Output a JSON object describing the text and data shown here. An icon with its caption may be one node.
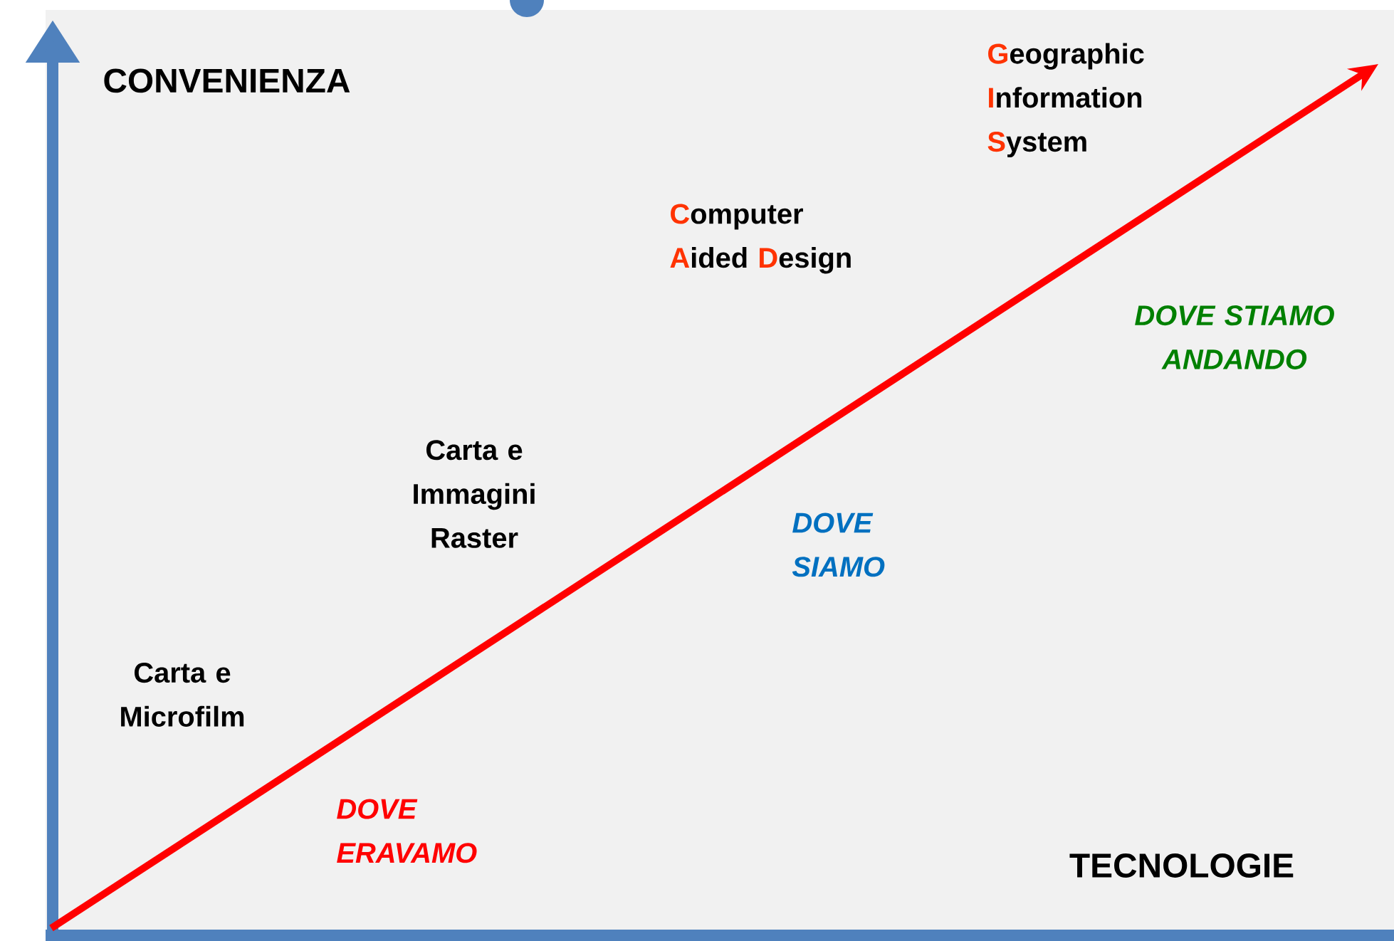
{
  "diagram": {
    "labels": [
      "CONVENIENZA",
      "**G**eographic **I**nformation **S**ystem",
      "**C**omputer **A**ided **D**esign",
      "DOVE STIAMO ANDANDO",
      "Carta e Immagini Raster",
      "DOVE SIAMO",
      "Carta e Microfilm",
      "DOVE ERAVAMO",
      "TECNOLOGIE"
    ]
  }
}
